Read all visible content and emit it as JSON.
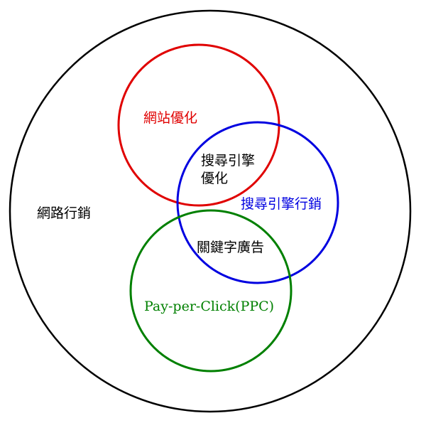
{
  "diagram": {
    "labels": {
      "internet_marketing": "網路行銷",
      "website_optimization": "網站優化",
      "seo_line1": "搜尋引擎",
      "seo_line2": "優化",
      "sem": "搜尋引擎行銷",
      "keyword_ads": "關鍵字廣告",
      "ppc": "Pay-per-Click(PPC)"
    },
    "colors": {
      "outer": "#000000",
      "website_optimization": "#e00000",
      "sem": "#0000e0",
      "ppc": "#008000",
      "text_default": "#000000"
    }
  }
}
